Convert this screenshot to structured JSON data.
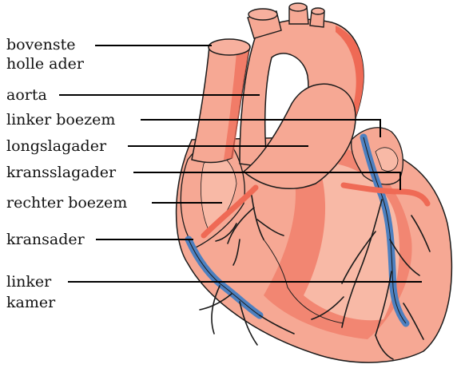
{
  "colors": {
    "muscle": "#f6a894",
    "muscle_light": "#f8b9a6",
    "shadow": "#ef6a55",
    "vein_blue": "#4d80c0",
    "vessel_dark": "#1b1b1b",
    "leader": "#000000",
    "text": "#111111"
  },
  "labels": {
    "bovenste_holle_ader_line1": "bovenste",
    "bovenste_holle_ader_line2": "holle ader",
    "aorta": "aorta",
    "linker_boezem": "linker boezem",
    "longslagader": "longslagader",
    "kransslagader": "kransslagader",
    "rechter_boezem": "rechter boezem",
    "kransader": "kransader",
    "linker_kamer_line1": "linker",
    "linker_kamer_line2": "kamer"
  }
}
